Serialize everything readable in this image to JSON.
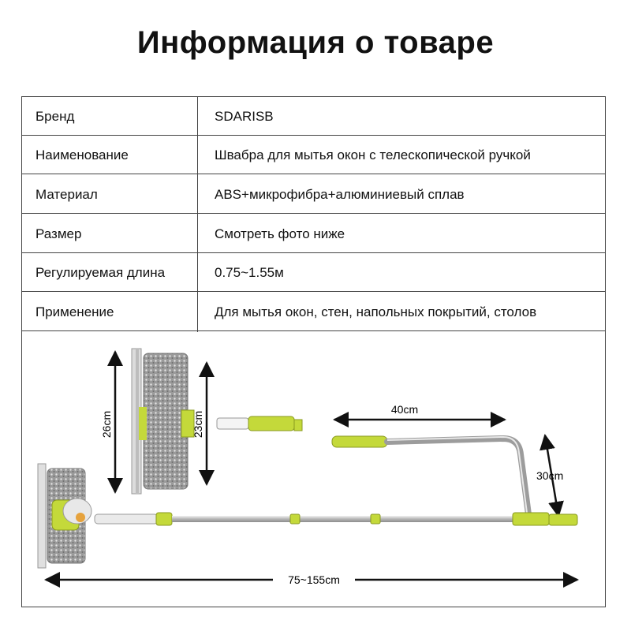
{
  "header": {
    "title": "Информация о товаре"
  },
  "spec_rows": [
    {
      "label": "Бренд",
      "value": "SDARISB"
    },
    {
      "label": "Наименование",
      "value": "Швабра для мытья окон с телескопической ручкой"
    },
    {
      "label": "Материал",
      "value": "ABS+микрофибра+алюминиевый сплав"
    },
    {
      "label": "Размер",
      "value": "Смотреть фото ниже"
    },
    {
      "label": "Регулируемая длина",
      "value": "0.75~1.55м"
    },
    {
      "label": "Применение",
      "value": "Для мытья окон, стен, напольных покрытий, столов"
    }
  ],
  "dimensions": {
    "squeegee_height": "26cm",
    "pad_height": "23cm",
    "bent_top_length": "40cm",
    "bent_drop": "30cm",
    "total_length": "75~155cm"
  },
  "colors": {
    "accent_green": "#c4d93a",
    "pad_grey": "#8a8a8a",
    "handle_silver": "#c8c8c8"
  }
}
